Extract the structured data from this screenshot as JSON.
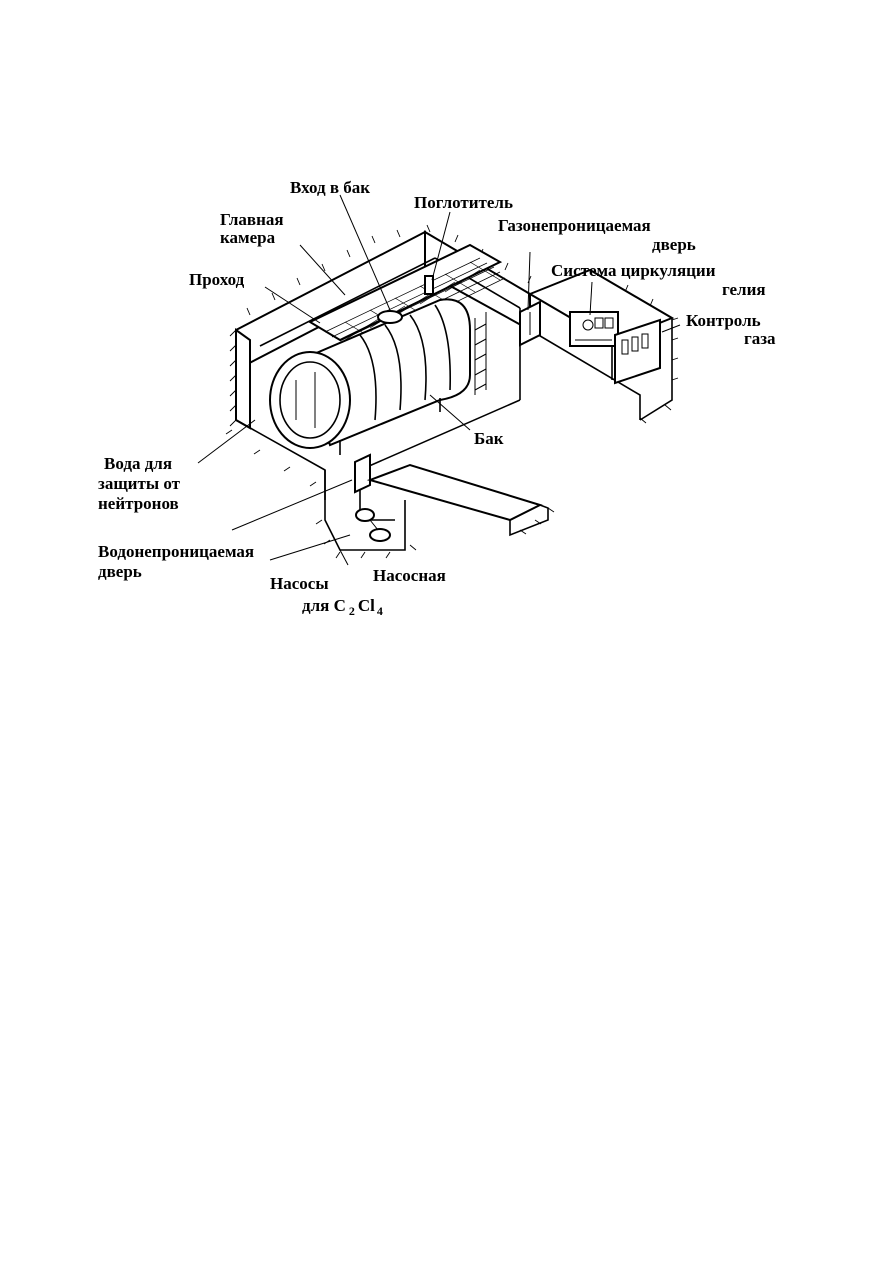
{
  "labels": {
    "tank_entrance": "Вход в бак",
    "absorber": "Поглотитель",
    "main_chamber_1": "Главная",
    "main_chamber_2": "камера",
    "gastight_door_1": "Газонепроницаемая",
    "gastight_door_2": "дверь",
    "helium_system_1": "Система циркуляции",
    "helium_system_2": "гелия",
    "passage": "Проход",
    "gas_control_1": "Контроль",
    "gas_control_2": "газа",
    "tank": "Бак",
    "water_1": "Вода для",
    "water_2": "защиты от",
    "water_3": "нейтронов",
    "watertight_door_1": "Водонепроницаемая",
    "watertight_door_2": "дверь",
    "pump_room": "Насосная",
    "pumps_1": "Насосы",
    "pumps_2_prefix": "для C",
    "pumps_sub_1": "2",
    "pumps_cl": "Cl",
    "pumps_sub_2": "4"
  }
}
